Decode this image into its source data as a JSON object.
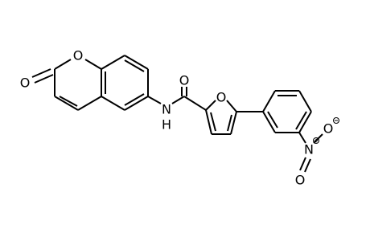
{
  "molecule": {
    "atoms": {
      "o_coumarin_carbonyl": "O",
      "o_coumarin_ring": "O",
      "n_amide": "N",
      "h_amide": "H",
      "o_amide": "O",
      "o_furan": "O",
      "n_nitro": "N",
      "o_nitro_minus": "O",
      "o_nitro_double": "O"
    },
    "charges": {
      "n_nitro": "+",
      "o_nitro_minus": "−"
    },
    "colors": {
      "ink": "#000000",
      "background": "#ffffff"
    }
  }
}
